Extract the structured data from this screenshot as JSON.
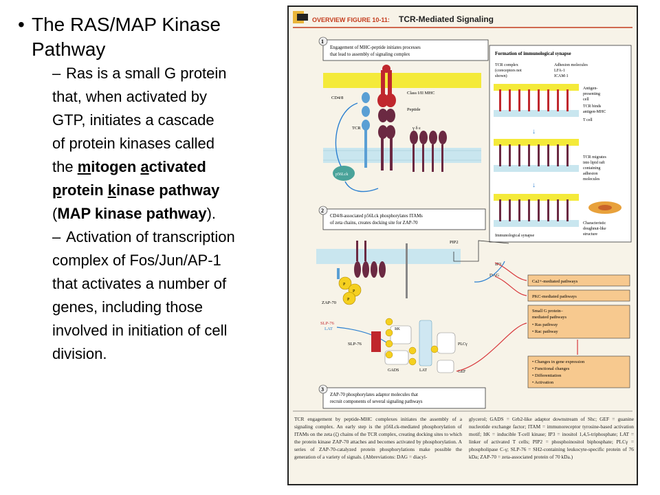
{
  "slide": {
    "bullet_marker": "•",
    "bullet_title_line1": "The RAS/MAP Kinase",
    "bullet_title_line2": "Pathway",
    "sub1": {
      "dash": "–",
      "line1": "Ras is a small G protein",
      "line2": "that, when activated by",
      "line3": "GTP, initiates a cascade",
      "line4": "of protein kinases called",
      "line5_pre": "the ",
      "line5_m": "m",
      "line5_itogen": "itogen ",
      "line5_a": "a",
      "line5_ctivated": "ctivated",
      "line6_p": "p",
      "line6_rotein": "rotein ",
      "line6_k": "k",
      "line6_inase": "inase pathway",
      "line7_open": "(",
      "line7_bold": "MAP kinase pathway",
      "line7_close": ")."
    },
    "sub2": {
      "dash": "–",
      "line1": "Activation of transcription",
      "line2": "complex of Fos/Jun/AP-1",
      "line3": "that activates a number of",
      "line4": "genes, including those",
      "line5": "involved in initiation of cell",
      "line6": "division."
    }
  },
  "figure": {
    "overview": "OVERVIEW FIGURE 10-11:",
    "title": "TCR-Mediated Signaling",
    "step1_num": "1",
    "step1_text1": "Engagement of MHC-peptide initiates processes",
    "step1_text2": "that lead to assembly of signaling complex",
    "step2_num": "2",
    "step2_text1": "CD4/8-associated p56Lck phosphorylates ITAMs",
    "step2_text2": "of zeta chains, creates docking site for ZAP-70",
    "step3_num": "3",
    "step3_text1": "ZAP-70 phosphorylates adaptor molecules that",
    "step3_text2": "recruit components of several signaling pathways",
    "labels": {
      "cd48": "CD4/8",
      "mhc": "Class I/II MHC",
      "peptide": "Peptide",
      "tcr": "TCR",
      "greek": "γ  δ  ε",
      "p56": "p56Lck",
      "pip2": "PIP2",
      "ip3": "IP3",
      "dag": "DAG",
      "zap70": "ZAP-70",
      "slp76_lat": "SLP-76",
      "lat_red": "LAT",
      "slp76": "SLP-76",
      "itk": "ItK",
      "gads": "GADS",
      "lat": "LAT",
      "plcg": "PLCγ",
      "gef": "GEF",
      "p": "P"
    },
    "synapse": {
      "title": "Formation of immunological synapse",
      "tcr_complex1": "TCR complex",
      "tcr_complex2": "(coreceptors not",
      "tcr_complex3": "shown)",
      "adhesion1": "Adhesion molecules",
      "adhesion2": "LFA-1",
      "adhesion3": "ICAM-1",
      "apc1": "Antigen-",
      "apc2": "presenting",
      "apc3": "cell",
      "binds1": "TCR binds",
      "binds2": "antigen-MHC",
      "tcell": "T cell",
      "migr1": "TCR migrates",
      "migr2": "into lipid raft",
      "migr3": "containing",
      "migr4": "adhesion",
      "migr5": "molecules",
      "char1": "Characteristic",
      "char2": "doughnut-like",
      "char3": "structure",
      "immsyn": "Immunological synapse"
    },
    "pathways": {
      "ca": "Ca2+-mediated pathways",
      "pkc": "PKC-mediated pathways",
      "sg_title1": "Small G protein–",
      "sg_title2": "mediated pathways",
      "ras": "• Ras pathway",
      "rac": "• Rac pathway",
      "out1": "• Changes in gene expression",
      "out2": "• Functional changes",
      "out3": "• Differentiation",
      "out4": "• Activation"
    },
    "caption_left": "TCR engagement by peptide-MHC complexes initiates the assembly of a signaling complex. An early step is the p56Lck-mediated phosphorylation of ITAMs on the zeta (ζ) chains of the TCR complex, creating docking sites to which the protein kinase ZAP-70 attaches and becomes activated by phosphorylation. A series of ZAP-70-catalyzed protein phosphorylations make possible the generation of a variety of signals. (Abbreviations: DAG = diacyl-",
    "caption_right": "glycerol; GADS = Grb2-like adaptor downstream of Shc; GEF = guanine nucleotide exchange factor; ITAM = immunoreceptor tyrosine-based activation motif; ItK = inducible T-cell kinase; IP3 = inositol 1,4,5-triphosphate; LAT = linker of activated T cells; PIP2 = phosphoinositol biphosphate; PLCγ = phospholipase C-γ; SLP-76 = SH2-containing leukocyte-specific protein of 76 kDa; ZAP-70 = zeta-associated protein of 70 kDa.)"
  },
  "colors": {
    "membrane": "#f4ea3a",
    "tcell_membrane": "#c9e6ef",
    "mhc_red": "#c0272d",
    "tcr_purple": "#6b2942",
    "p_yellow": "#f5d020",
    "orange_box": "#f7c98f",
    "arrow_blue": "#2a7fd0",
    "arrow_red": "#d8383c",
    "title_red": "#c43a1a"
  }
}
